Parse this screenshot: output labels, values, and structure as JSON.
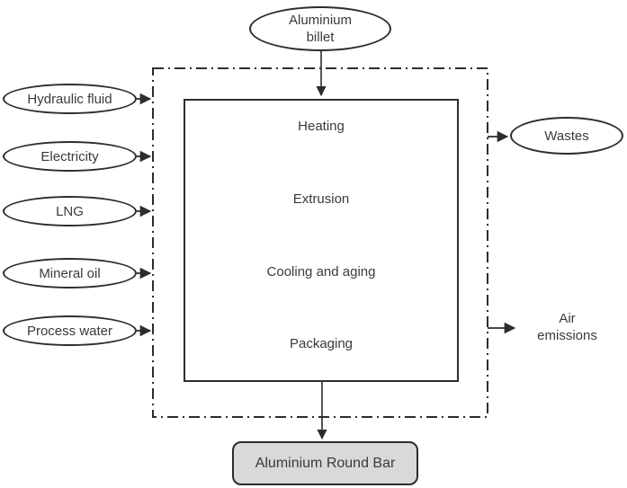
{
  "diagram": {
    "type": "process-flow",
    "colors": {
      "line": "#2d2d2d",
      "text": "#3a3a3a",
      "product_fill": "#d9d9d9",
      "background": "#ffffff"
    },
    "nodes": {
      "top_input": {
        "label": "Aluminium\nbillet",
        "shape": "ellipse"
      },
      "inputs": [
        {
          "label": "Hydraulic fluid",
          "shape": "ellipse"
        },
        {
          "label": "Electricity",
          "shape": "ellipse"
        },
        {
          "label": "LNG",
          "shape": "ellipse"
        },
        {
          "label": "Mineral oil",
          "shape": "ellipse"
        },
        {
          "label": "Process water",
          "shape": "ellipse"
        }
      ],
      "process_steps": [
        {
          "label": "Heating"
        },
        {
          "label": "Extrusion"
        },
        {
          "label": "Cooling and aging"
        },
        {
          "label": "Packaging"
        }
      ],
      "outputs": [
        {
          "label": "Wastes",
          "shape": "ellipse"
        },
        {
          "label": "Air\nemissions",
          "shape": "text"
        }
      ],
      "product": {
        "label": "Aluminium Round Bar",
        "shape": "rounded-rect"
      }
    },
    "boundary": {
      "style": "dash-dot"
    }
  }
}
